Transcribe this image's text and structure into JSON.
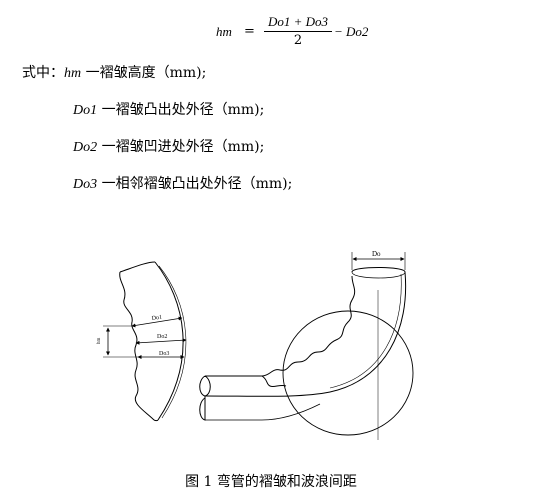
{
  "formula": {
    "lhs": "hm",
    "equals": "=",
    "numerator": "Do1 + Do3",
    "denominator": "2",
    "tail": "− Do2"
  },
  "legend": {
    "prefix": "式中：",
    "items": [
      {
        "symbol": "hm",
        "text": " 一褶皱高度（mm);"
      },
      {
        "symbol": "Do1",
        "text": " 一褶皱凸出处外径（mm);"
      },
      {
        "symbol": "Do2",
        "text": " 一褶皱凹进处外径（mm);"
      },
      {
        "symbol": "Do3",
        "text": " 一相邻褶皱凸出处外径（mm);"
      }
    ]
  },
  "figure": {
    "labels": {
      "do1": "Do1",
      "do2": "Do2",
      "do3": "Do3",
      "hm": "hm",
      "do": "Do"
    },
    "caption": "图 1 弯管的褶皱和波浪间距"
  }
}
